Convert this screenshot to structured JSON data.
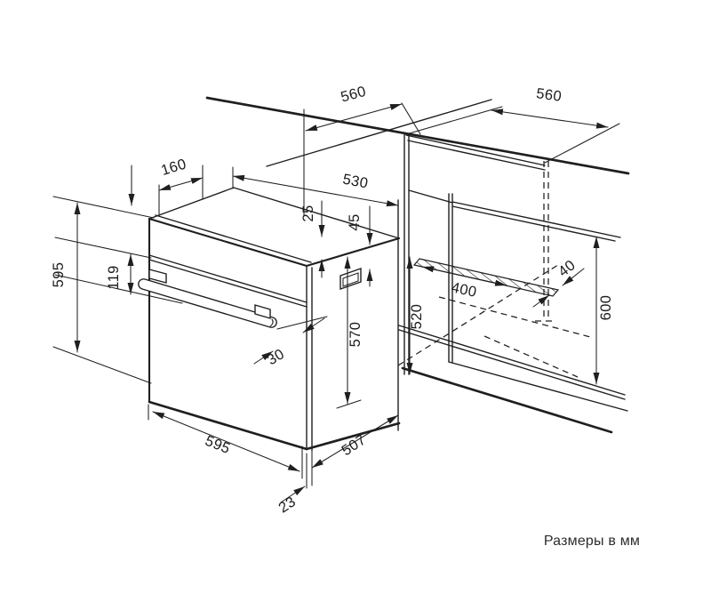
{
  "caption": "Размеры в мм",
  "dims": {
    "counter_depth_left": "560",
    "counter_depth_right": "560",
    "top_rear_offset": "160",
    "oven_top_depth": "530",
    "top_clearance": "25",
    "rear_clearance": "45",
    "oven_height": "595",
    "control_panel_height": "119",
    "door_height": "570",
    "base_cabinet_height": "520",
    "vent_slot_length": "400",
    "vent_slot_width": "40",
    "niche_height": "600",
    "handle_clearance": "30",
    "oven_width": "595",
    "oven_depth": "507",
    "door_thickness": "23"
  }
}
